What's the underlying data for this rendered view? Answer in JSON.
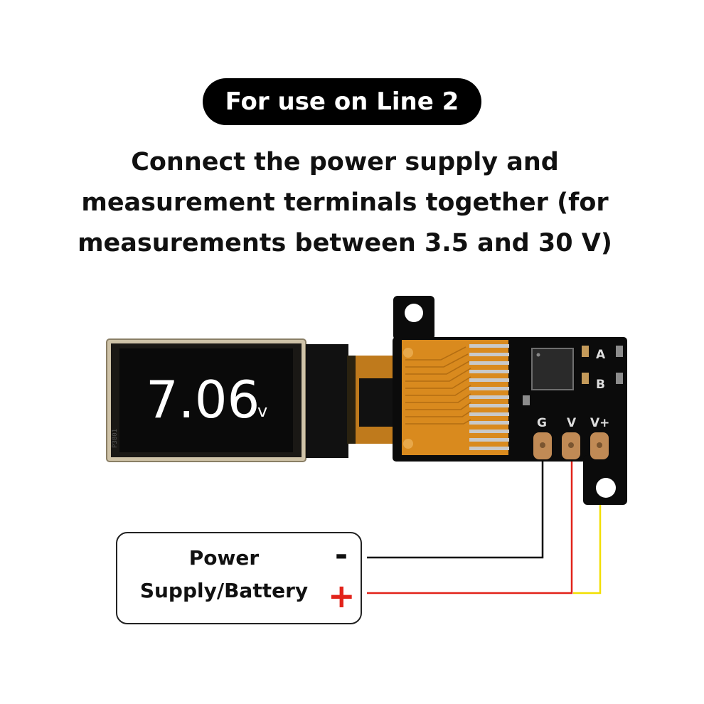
{
  "header": {
    "badge": "For use on Line 2",
    "instruction_lines": [
      "Connect the power supply and",
      "measurement terminals together (for",
      "measurements between 3.5 and 30 V)"
    ]
  },
  "display": {
    "reading": "7.06",
    "unit": "v",
    "ribbon_code": "P3801"
  },
  "board": {
    "pads": {
      "a": "A",
      "b": "B"
    },
    "terminals": {
      "ground": "G",
      "voltage": "V",
      "voltage_plus": "V+"
    }
  },
  "power_source": {
    "label_lines": [
      "Power",
      "Supply/Battery"
    ],
    "negative": "-",
    "positive": "+"
  },
  "colors": {
    "badge_bg": "#000000",
    "pcb": "#0b0b0b",
    "flex_cable": "#d98a1e",
    "wire_ground": "#000000",
    "wire_voltage": "#e2231a",
    "wire_voltage_plus": "#f2df00",
    "positive_sign": "#e2231a"
  }
}
